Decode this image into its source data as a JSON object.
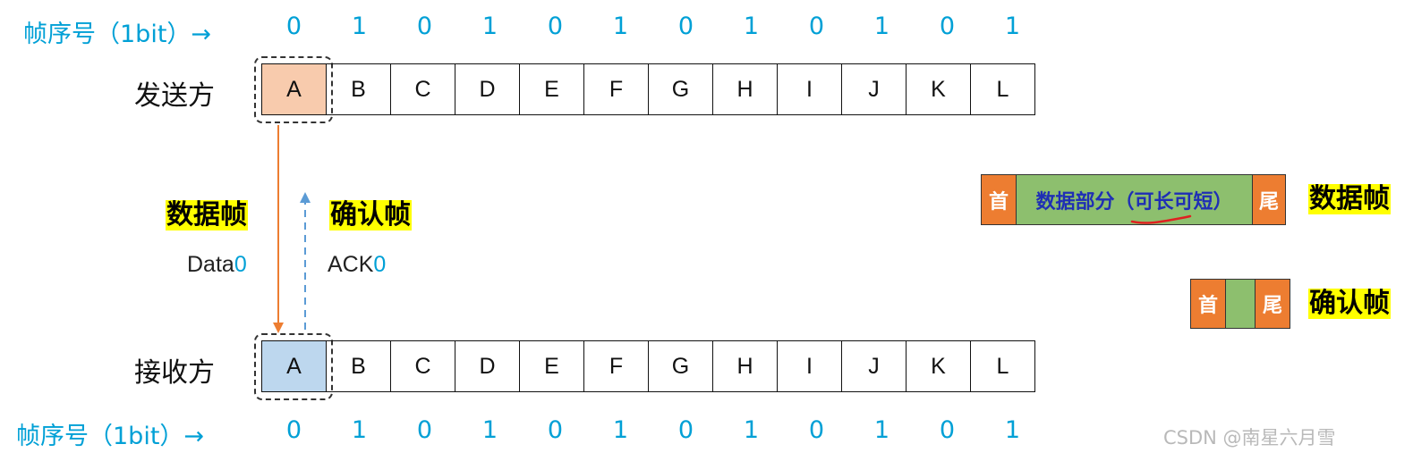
{
  "seq_label": "帧序号（1bit）→",
  "seq_numbers": [
    "0",
    "1",
    "0",
    "1",
    "0",
    "1",
    "0",
    "1",
    "0",
    "1",
    "0",
    "1"
  ],
  "sender_label": "发送方",
  "receiver_label": "接收方",
  "frames": [
    "A",
    "B",
    "C",
    "D",
    "E",
    "F",
    "G",
    "H",
    "I",
    "J",
    "K",
    "L"
  ],
  "data_frame_label": "数据帧",
  "ack_frame_label": "确认帧",
  "data_label": {
    "prefix": "Data",
    "num": "0"
  },
  "ack_label": {
    "prefix": "ACK",
    "num": "0"
  },
  "legend": {
    "head": "首",
    "tail": "尾",
    "data_part": "数据部分（可长可短）",
    "data_frame": "数据帧",
    "ack_frame": "确认帧"
  },
  "watermark": "CSDN @南星六月雪",
  "colors": {
    "seq": "#00A0D6",
    "sender_highlight": "#F8CBAD",
    "receiver_highlight": "#BDD7EE",
    "data_arrow": "#ED7D31",
    "ack_arrow": "#5B9BD5",
    "header_tail": "#ED7D31",
    "data_part": "#8DBF6E",
    "label_highlight": "#FFFF00"
  },
  "icons": {
    "seq_arrow": "arrow-right-icon"
  }
}
